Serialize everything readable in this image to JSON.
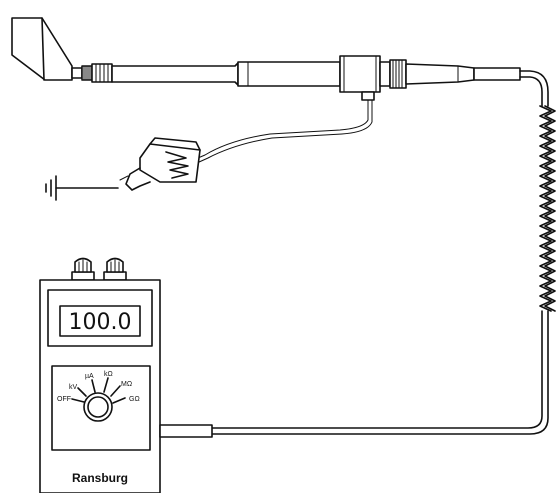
{
  "meter": {
    "display_value": "100.0",
    "brand": "Ransburg",
    "dial_labels": {
      "off": "OFF",
      "kv": "kV",
      "ua": "µA",
      "kohm": "kΩ",
      "mohm": "MΩ",
      "gohm": "GΩ"
    }
  },
  "colors": {
    "line": "#111111",
    "background": "#ffffff"
  },
  "icons": [
    "ground-symbol-icon",
    "alligator-clip-icon",
    "coiled-cable-icon"
  ]
}
